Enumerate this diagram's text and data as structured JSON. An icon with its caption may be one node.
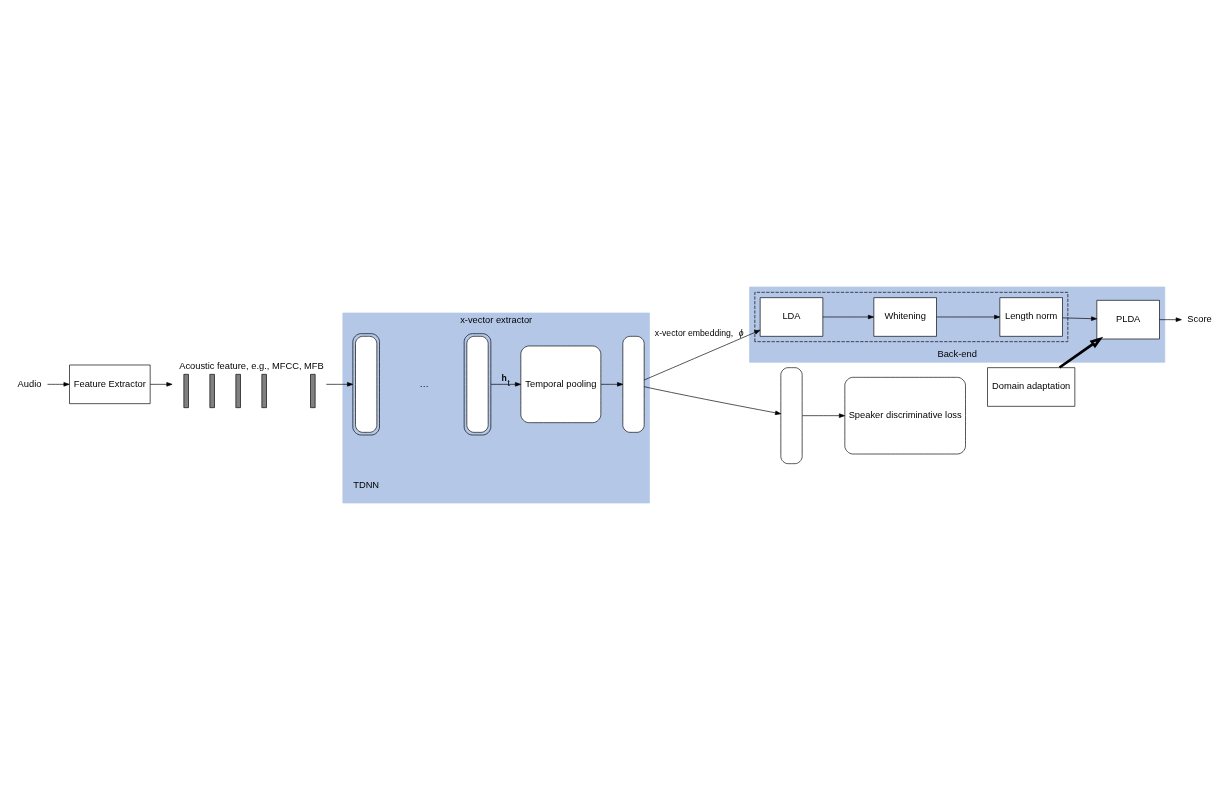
{
  "diagram": {
    "nodes": [
      {
        "text": [
          "Audio"
        ]
      },
      {
        "text": [
          "Feature Extractor"
        ]
      },
      {
        "text": [
          "Acoustic feature, e.g., MFCC, MFB"
        ]
      },
      {
        "text": [
          "x-vector extractor"
        ]
      },
      {
        "text": [],
        "shape": "box",
        "in": 3
      },
      {
        "text": [],
        "shape": "box",
        "in": 3
      },
      {
        "text": [
          "Temporal pooling"
        ],
        "in": 3
      },
      {
        "text": [],
        "shape": "box",
        "in": 3
      },
      {
        "text": [],
        "shape": "box"
      },
      {
        "text": [
          "Speaker discriminative loss"
        ]
      },
      {
        "text": [
          "Back-end"
        ]
      },
      {
        "text": [],
        "shape": "box",
        "in": 10
      },
      {
        "text": [
          "LDA"
        ],
        "in": 11
      },
      {
        "text": [
          "Whitening"
        ],
        "in": 11
      },
      {
        "text": [
          "Length norm"
        ],
        "in": 11
      },
      {
        "text": [
          "PLDA"
        ],
        "in": 10
      },
      {
        "text": [
          "Score"
        ]
      },
      {
        "text": [
          "Domain adaptation"
        ]
      }
    ],
    "edges": [
      {
        "from": 0,
        "to": 1,
        "arrow": "to"
      },
      {
        "from": 1,
        "to": 2,
        "arrow": "to"
      },
      {
        "from": 2,
        "to": 4,
        "arrow": "to"
      },
      {
        "from": 5,
        "to": 6,
        "arrow": "to",
        "label": "**h**$_{t}$"
      },
      {
        "from": 6,
        "to": 7,
        "arrow": "to"
      },
      {
        "from": 7,
        "to": 8,
        "arrow": "to"
      },
      {
        "from": 8,
        "to": 9,
        "arrow": "to"
      },
      {
        "from": 7,
        "to": 12,
        "arrow": "to",
        "label": "x-vector embedding, *ϕ*"
      },
      {
        "from": 12,
        "to": 13,
        "arrow": "to"
      },
      {
        "from": 13,
        "to": 14,
        "arrow": "to"
      },
      {
        "from": 14,
        "to": 15,
        "arrow": "to"
      },
      {
        "from": 15,
        "to": 16,
        "arrow": "to"
      },
      {
        "from": 17,
        "to": 15,
        "arrow": "to",
        "style": "thick"
      }
    ],
    "labels": [
      "TDNN",
      "…"
    ]
  }
}
